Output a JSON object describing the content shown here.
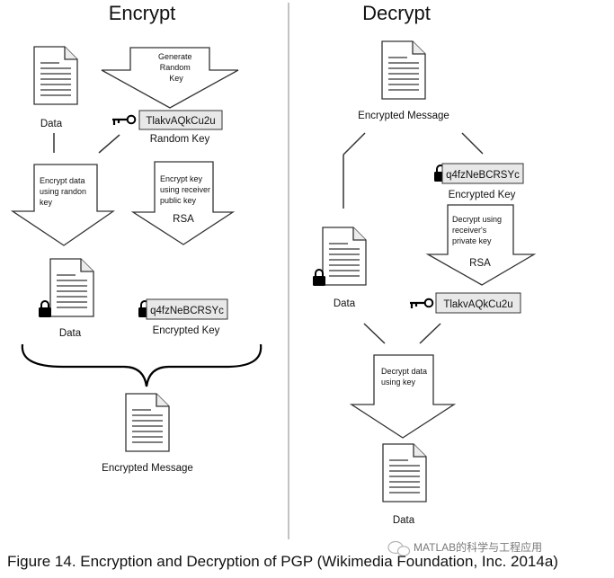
{
  "encrypt": {
    "title": "Encrypt",
    "data_label": "Data",
    "generate_key_lines": [
      "Generate",
      "Random",
      "Key"
    ],
    "random_key_value": "TlakvAQkCu2u",
    "random_key_label": "Random Key",
    "encrypt_data_lines": [
      "Encrypt data",
      "using randon",
      "key"
    ],
    "encrypt_key_lines": [
      "Encrypt key",
      "using receiver",
      "public key"
    ],
    "encrypt_key_algo": "RSA",
    "locked_data_label": "Data",
    "encrypted_key_value": "q4fzNeBCRSYc",
    "encrypted_key_label": "Encrypted Key",
    "encrypted_message_label": "Encrypted Message"
  },
  "decrypt": {
    "title": "Decrypt",
    "encrypted_message_label": "Encrypted Message",
    "encrypted_key_value": "q4fzNeBCRSYc",
    "encrypted_key_label": "Encrypted Key",
    "decrypt_key_lines": [
      "Decrypt using",
      "receiver's",
      "private key"
    ],
    "decrypt_key_algo": "RSA",
    "locked_data_label": "Data",
    "random_key_value": "TlakvAQkCu2u",
    "decrypt_data_lines": [
      "Decrypt data",
      "using key"
    ],
    "data_label": "Data"
  },
  "caption": "Figure 14. Encryption and Decryption of PGP (Wikimedia Foundation, Inc. 2014a)",
  "watermark": "MATLAB的科学与工程应用",
  "colors": {
    "stroke": "#333333",
    "keybox_fill": "#e8e8e8",
    "divider": "#999999"
  }
}
